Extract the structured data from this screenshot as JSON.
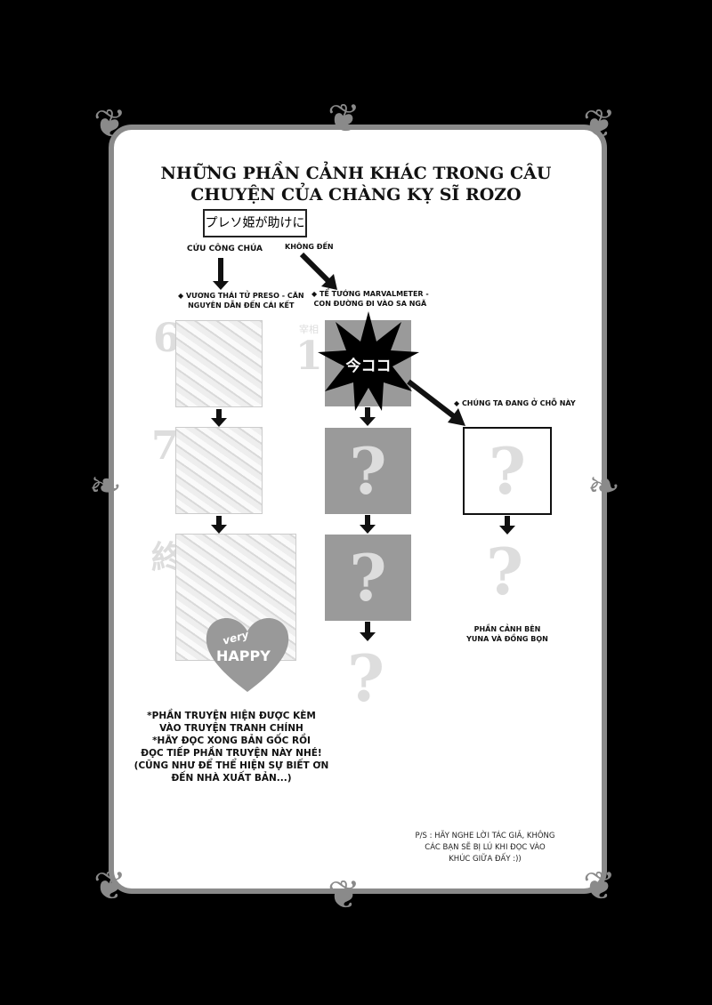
{
  "title": [
    "NHỮNG PHẦN CẢNH KHÁC TRONG CÂU",
    "CHUYỆN CỦA CHÀNG KỴ SĨ ROZO"
  ],
  "start_box": "プレソ姫が助けに",
  "branch_left": "CỨU CÔNG CHÚA",
  "branch_right": "KHÔNG ĐẾN",
  "route_left": [
    "◆ VƯƠNG THÁI TỬ PRESO - CĂN",
    "NGUYÊN DẪN ĐẾN CÁI KẾT"
  ],
  "route_mid": [
    "◆ TỂ TƯỚNG MARVALMETER -",
    "CON ĐƯỜNG ĐI VÀO SA NGÃ"
  ],
  "chapter_nums": [
    "6",
    "7",
    "終"
  ],
  "mid_label": [
    "宰相",
    "1"
  ],
  "star_text": "今ココ",
  "here_label": "◆ CHÚNG TA ĐANG Ở CHỖ NÀY",
  "unknown": "?",
  "heart": [
    "very",
    "HAPPY"
  ],
  "side_label": [
    "PHẦN CẢNH BÊN",
    "YUNA VÀ ĐỒNG BỌN"
  ],
  "notes": [
    "*PHẦN TRUYỆN HIỆN ĐƯỢC KÈM",
    "VÀO TRUYỆN TRANH CHÍNH",
    "*HÃY ĐỌC XONG BẢN GỐC RỒI",
    "ĐỌC TIẾP PHẦN TRUYỆN NÀY NHÉ!",
    "(CŨNG NHƯ ĐỂ THỂ HIỆN SỰ BIẾT ƠN",
    "ĐẾN NHÀ XUẤT BẢN...)"
  ],
  "ps": [
    "P/S : HÃY NGHE LỜI TÁC GIẢ, KHÔNG",
    "CÁC BẠN SẼ BỊ LÚ KHI ĐỌC VÀO",
    "KHÚC GIỮA ĐẤY :))"
  ]
}
